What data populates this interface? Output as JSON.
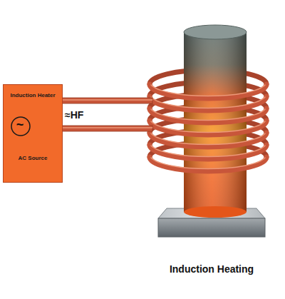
{
  "diagram": {
    "caption": "Induction Heating",
    "nodes": [
      {
        "text": [
          "Induction Heater",
          "AC Source"
        ]
      }
    ],
    "labels": [
      "~",
      "≈HF"
    ]
  }
}
